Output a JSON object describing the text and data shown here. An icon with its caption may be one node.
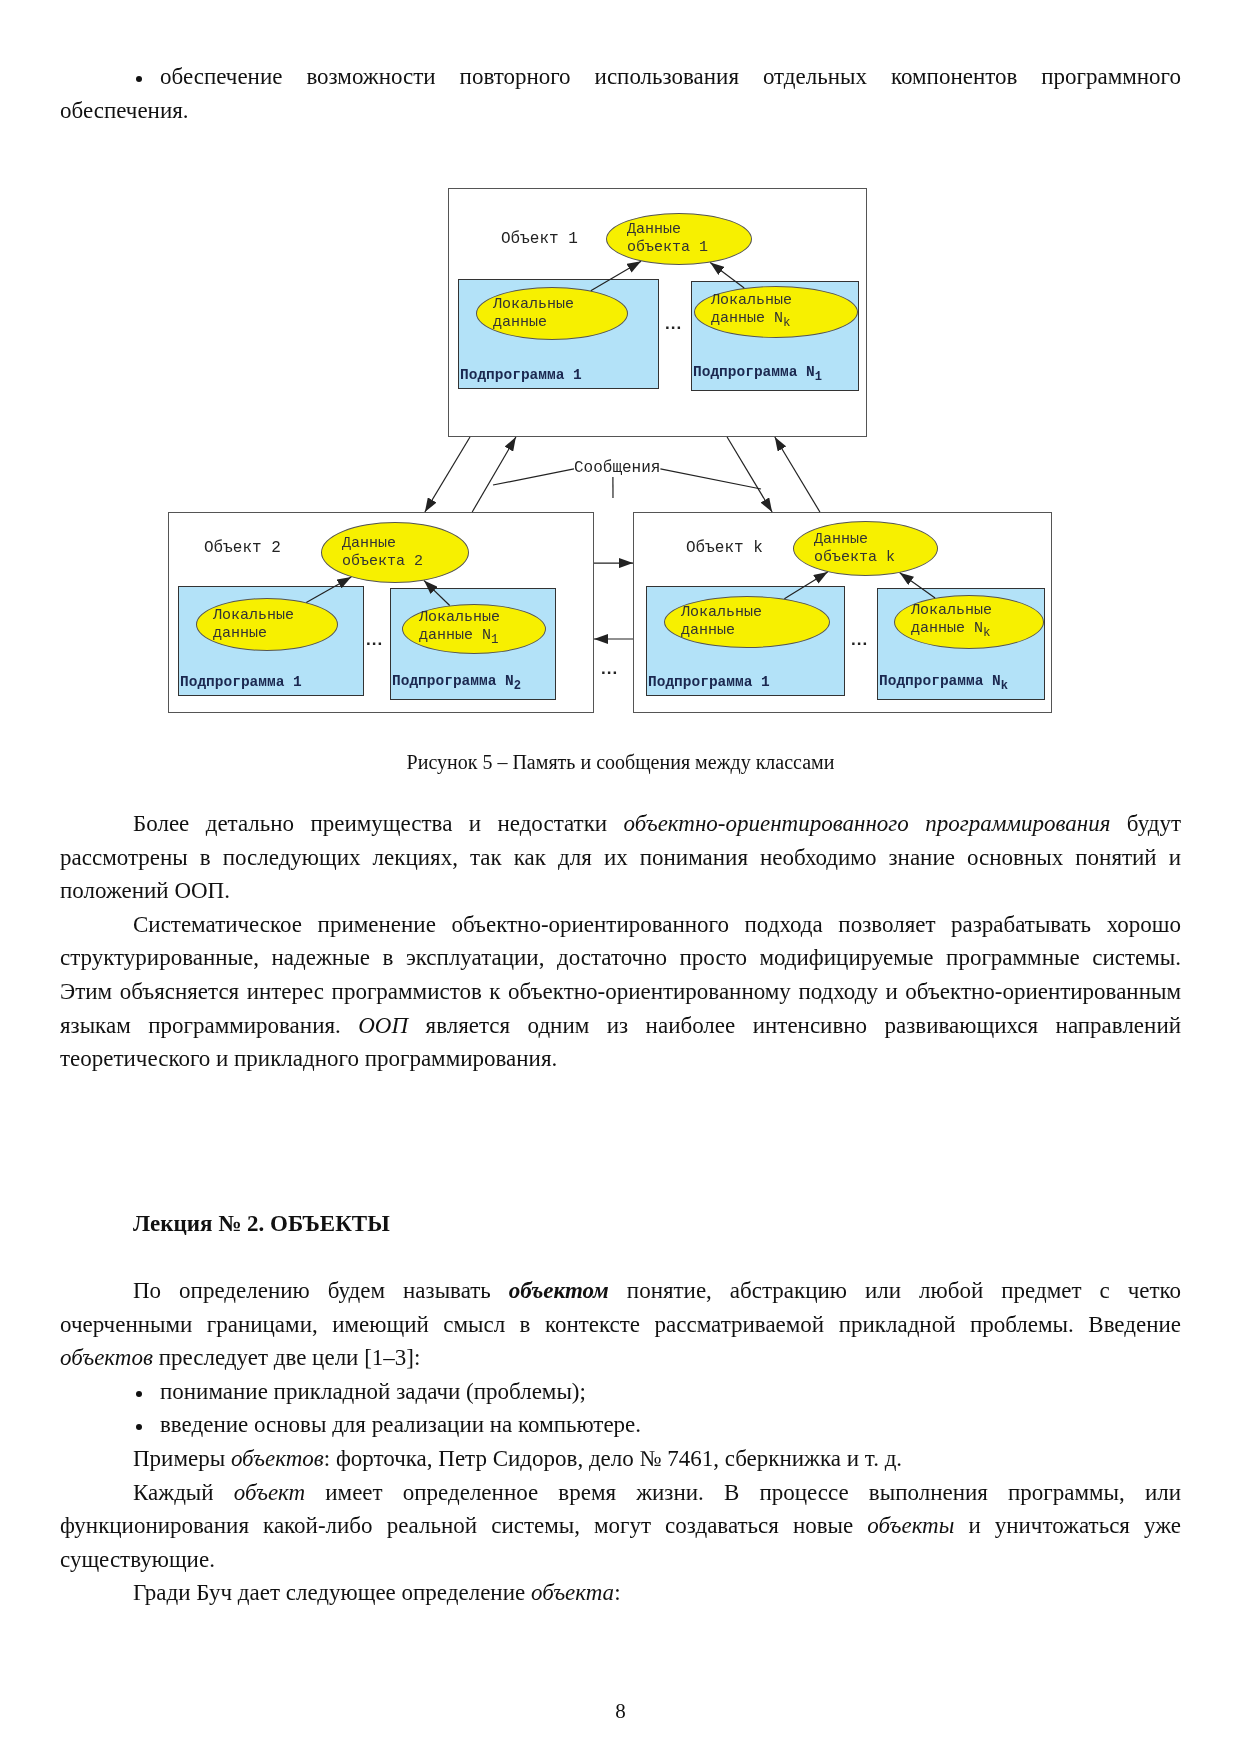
{
  "diagram": {
    "caption": "Рисунок 5 – Память и сообщения между классами",
    "nodes": [
      {
        "text": [
          "Объект 1"
        ]
      },
      {
        "text": [
          "Данные объекта 1"
        ],
        "in": 0
      },
      {
        "text": [
          "Подпрограмма 1"
        ],
        "in": 0
      },
      {
        "text": [
          "Локальные данные"
        ],
        "in": 2
      },
      {
        "text": [
          "Подпрограмма N$_{1}$"
        ],
        "in": 0
      },
      {
        "text": [
          "Локальные данные N$_{k}$"
        ],
        "in": 4
      },
      {
        "text": [
          "Объект 2"
        ]
      },
      {
        "text": [
          "Данные объекта 2"
        ],
        "in": 6
      },
      {
        "text": [
          "Подпрограмма 1"
        ],
        "in": 6
      },
      {
        "text": [
          "Локальные данные"
        ],
        "in": 8
      },
      {
        "text": [
          "Подпрограмма N$_{2}$"
        ],
        "in": 6
      },
      {
        "text": [
          "Локальные данные N$_{1}$"
        ],
        "in": 10
      },
      {
        "text": [
          "Объект k"
        ]
      },
      {
        "text": [
          "Данные объекта k"
        ],
        "in": 12
      },
      {
        "text": [
          "Подпрограмма 1"
        ],
        "in": 12
      },
      {
        "text": [
          "Локальные данные"
        ],
        "in": 14
      },
      {
        "text": [
          "Подпрограмма N$_{k}$"
        ],
        "in": 12
      },
      {
        "text": [
          "Локальные данные N$_{k}$"
        ],
        "in": 16
      },
      {
        "text": [
          "Сообщения"
        ]
      }
    ],
    "edges": [
      {
        "from": 3,
        "to": 1,
        "arrow": "to"
      },
      {
        "from": 5,
        "to": 1,
        "arrow": "to"
      },
      {
        "from": 9,
        "to": 7,
        "arrow": "to"
      },
      {
        "from": 11,
        "to": 7,
        "arrow": "to"
      },
      {
        "from": 15,
        "to": 13,
        "arrow": "to"
      },
      {
        "from": 17,
        "to": 13,
        "arrow": "to"
      },
      {
        "from": 0,
        "to": 6,
        "arrow": "to"
      },
      {
        "from": 6,
        "to": 0,
        "arrow": "to"
      },
      {
        "from": 0,
        "to": 12,
        "arrow": "to"
      },
      {
        "from": 12,
        "to": 0,
        "arrow": "to"
      },
      {
        "from": 6,
        "to": 12,
        "arrow": "to"
      },
      {
        "from": 12,
        "to": 6,
        "arrow": "to"
      },
      {
        "from": 18,
        "to": null,
        "arrow": "none"
      },
      {
        "from": 18,
        "to": null,
        "arrow": "none"
      },
      {
        "from": 18,
        "to": null,
        "arrow": "none"
      }
    ],
    "labels": [
      "обеспечение возможности повторного использования отдельных компонентов программного обеспечения.",
      "...",
      "...",
      "...",
      "...",
      "Более детально преимущества и недостатки *объектно-ориентированного программирования* будут рассмотрены в последующих лекциях, так как для их понимания необходимо знание основных понятий и положений ООП.",
      "Систематическое применение объектно-ориентированного подхода позволяет разрабатывать хорошо структурированные, надежные в эксплуатации, достаточно просто модифицируемые программные системы. Этим объясняется интерес программистов к объектно-ориентированному подходу и объектно-ориентированным языкам программирования. *ООП* является одним из наиболее интенсивно развивающихся направлений теоретического и прикладного программирования.",
      "Лекция № 2. ОБЪЕКТЫ",
      "По определению будем называть **объектом** понятие, абстракцию или любой предмет с четко очерченными границами, имеющий смысл в контексте рассматриваемой прикладной проблемы. Введение *объектов* преследует две цели [1–3]:",
      "понимание прикладной задачи (проблемы);",
      "введение основы для реализации на компьютере.",
      "Примеры *объектов*: форточка, Петр Сидоров, дело № 7461, сберкнижка и т. д.",
      "Каждый *объект* имеет определенное время жизни. В процессе выполнения программы, или функционирования какой-либо реальной системы, могут создаваться новые *объекты* и уничтожаться уже существующие.",
      "Гради Буч дает следующее определение *объекта*:",
      "8"
    ]
  }
}
